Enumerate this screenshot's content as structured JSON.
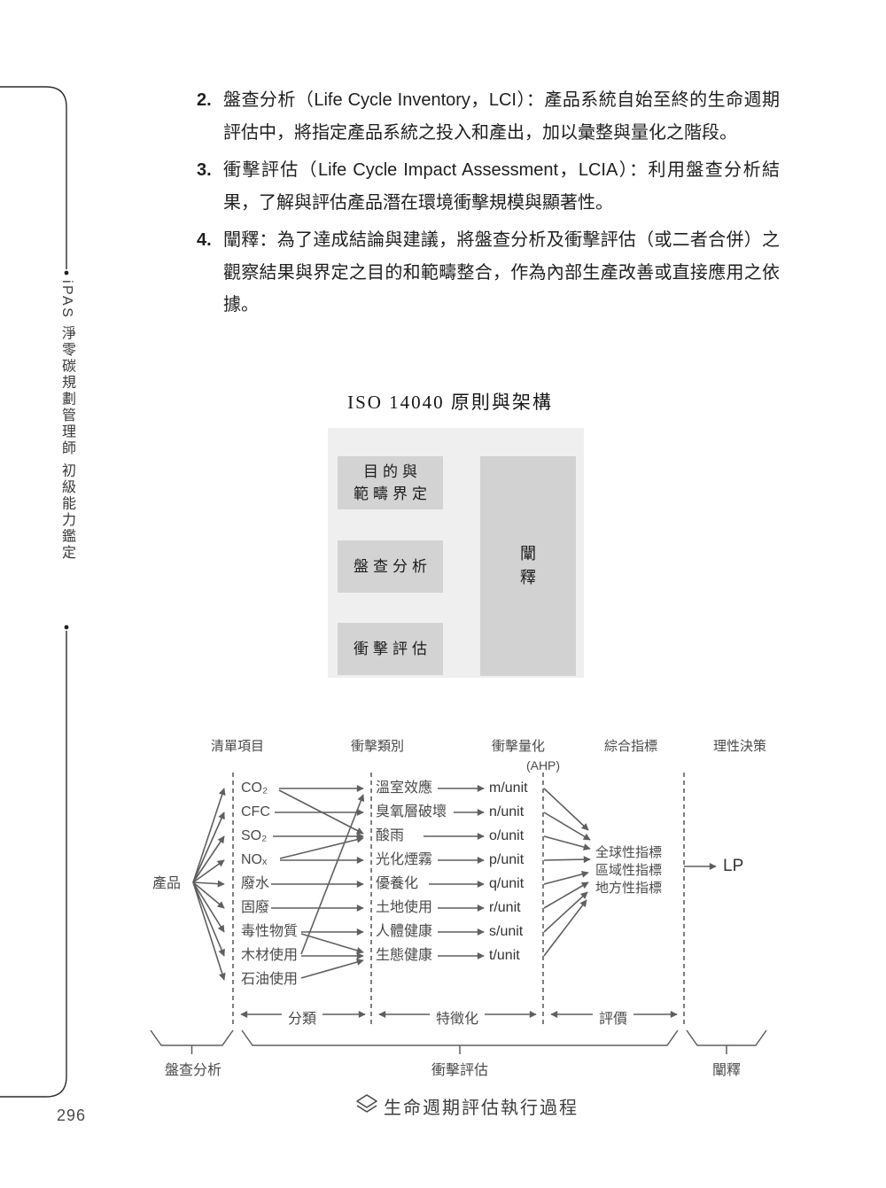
{
  "page": {
    "number": "296"
  },
  "sidebar": {
    "vertical_text": "iPAS 淨零碳規劃管理師 初級能力鑑定"
  },
  "body_list": {
    "items": [
      {
        "number": "2.",
        "text": "盤查分析（Life Cycle Inventory，LCI）：產品系統自始至終的生命週期評估中，將指定產品系統之投入和產出，加以彙整與量化之階段。"
      },
      {
        "number": "3.",
        "text": "衝擊評估（Life Cycle Impact Assessment，LCIA）：利用盤查分析結果，了解與評估產品潛在環境衝擊規模與顯著性。"
      },
      {
        "number": "4.",
        "text": "闡釋：為了達成結論與建議，將盤查分析及衝擊評估（或二者合併）之觀察結果與界定之目的和範疇整合，作為內部生產改善或直接應用之依據。"
      }
    ]
  },
  "iso_diagram": {
    "title": "ISO 14040 原則與架構",
    "goal_box_line1": "目的與",
    "goal_box_line2": "範疇界定",
    "inventory_box": "盤查分析",
    "impact_box": "衝擊評估",
    "interpretation_char1": "闡",
    "interpretation_char2": "釋"
  },
  "flow": {
    "headers": [
      "清單項目",
      "衝擊類別",
      "衝擊量化",
      "綜合指標",
      "理性決策"
    ],
    "ahp": "(AHP)",
    "product_label": "產品",
    "inventory_items": [
      "CO₂",
      "CFC",
      "SO₂",
      "NOₓ",
      "廢水",
      "固廢",
      "毒性物質",
      "木材使用",
      "石油使用"
    ],
    "impact_categories": [
      "溫室效應",
      "臭氧層破壞",
      "酸雨",
      "光化煙霧",
      "優養化",
      "土地使用",
      "人體健康",
      "生態健康"
    ],
    "units": [
      "m/unit",
      "n/unit",
      "o/unit",
      "p/unit",
      "q/unit",
      "r/unit",
      "s/unit",
      "t/unit"
    ],
    "composite_indicators": [
      "全球性指標",
      "區域性指標",
      "地方性指標"
    ],
    "decision_label": "LP",
    "stage_labels": {
      "classification": "分類",
      "characterization": "特徵化",
      "valuation": "評價"
    },
    "phase_labels": {
      "inventory": "盤查分析",
      "impact": "衝擊評估",
      "interpretation": "闡釋"
    }
  },
  "caption": {
    "text": "生命週期評估執行過程"
  },
  "colors": {
    "line_gray": "#5f5f5f",
    "arrow_black": "#141414",
    "box_gray": "#d3d3d3",
    "panel_gray": "#efefef"
  }
}
